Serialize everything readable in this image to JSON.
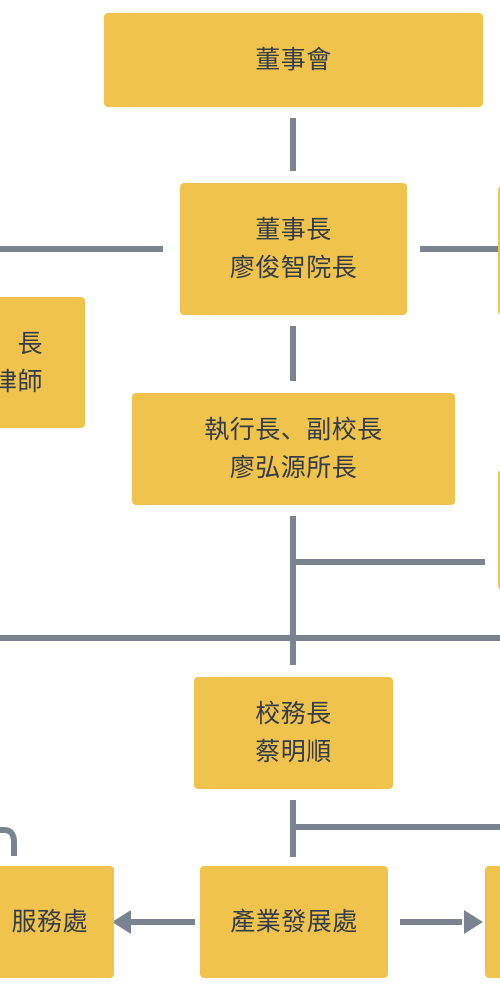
{
  "chart": {
    "title": "",
    "nodes": [
      {
        "id": "board",
        "lines": [
          "董事會"
        ]
      },
      {
        "id": "chairman",
        "lines": [
          "董事長",
          "廖俊智院長"
        ]
      },
      {
        "id": "left-partial",
        "lines": [
          "長",
          "律師"
        ]
      },
      {
        "id": "executive",
        "lines": [
          "執行長、副校長",
          "廖弘源所長"
        ]
      },
      {
        "id": "registrar",
        "lines": [
          "校務長",
          "蔡明順"
        ]
      },
      {
        "id": "left-service",
        "lines": [
          "服務處"
        ]
      },
      {
        "id": "industry",
        "lines": [
          "產業發展處"
        ]
      },
      {
        "id": "right-bottom-partial",
        "lines": [
          ""
        ]
      }
    ]
  },
  "colors": {
    "box_fill": "#f0c44c",
    "line": "#7a8490",
    "text": "#333b45",
    "background": "#ffffff"
  }
}
